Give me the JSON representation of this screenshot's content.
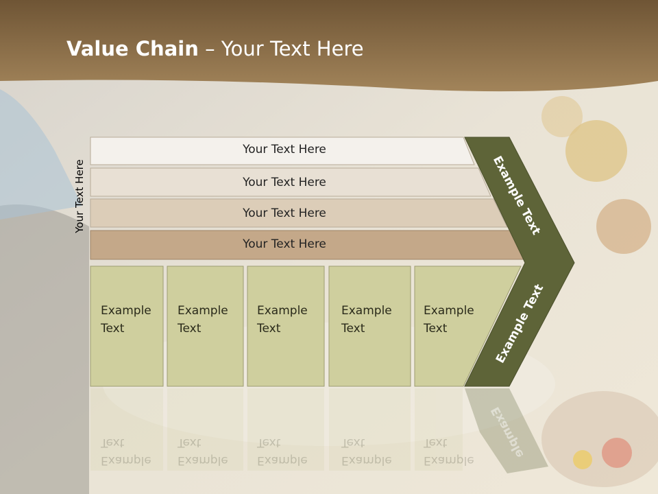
{
  "slide": {
    "title_bold": "Value Chain",
    "title_rest": " – Your Text Here",
    "side_label": "Your Text Here"
  },
  "rows": [
    {
      "label": "Your Text Here",
      "color": "#f4f1ec"
    },
    {
      "label": "Your Text Here",
      "color": "#e8e0d4"
    },
    {
      "label": "Your Text Here",
      "color": "#dccdb8"
    },
    {
      "label": "Your Text Here",
      "color": "#c4a889"
    }
  ],
  "columns": [
    {
      "line1": "Example",
      "line2": "Text"
    },
    {
      "line1": "Example",
      "line2": "Text"
    },
    {
      "line1": "Example",
      "line2": "Text"
    },
    {
      "line1": "Example",
      "line2": "Text"
    },
    {
      "line1": "Example",
      "line2": "Text"
    }
  ],
  "arrow": {
    "upper_label": "Example Text",
    "lower_label": "Example Text",
    "color": "#5e6438"
  },
  "colors": {
    "header_band": "#8a6d45",
    "cell_fill": "#cfcf9e"
  }
}
